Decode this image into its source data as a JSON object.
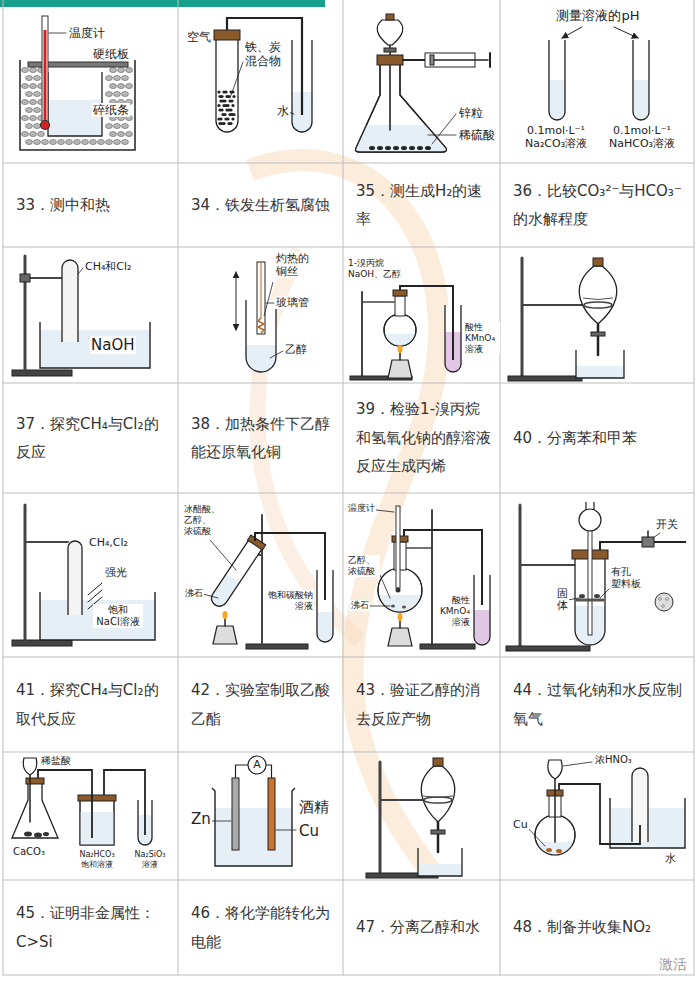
{
  "diagram": {
    "labels": [
      "温度计",
      "硬纸板",
      "碎纸条",
      "空气",
      "铁、炭 混合物",
      "水",
      "锌粒",
      "稀硫酸",
      "测量溶液的pH",
      "0.1mol·L⁻¹ Na₂CO₃溶液",
      "0.1mol·L⁻¹ NaHCO₃溶液",
      "33．测中和热",
      "34．铁发生析氢腐蚀",
      "35．测生成H₂的速率",
      "36．比较CO₃²⁻与HCO₃⁻的水解程度",
      "CH₄和Cl₂",
      "NaOH",
      "灼热的 铜丝",
      "玻璃管",
      "乙醇",
      "1-溴丙烷 NaOH、乙醇",
      "酸性 KMnO₄ 溶液",
      "37．探究CH₄与Cl₂的反应",
      "38．加热条件下乙醇能还原氧化铜",
      "39．检验1-溴丙烷和氢氧化钠的醇溶液反应生成丙烯",
      "40．分离苯和甲苯",
      "CH₄,Cl₂",
      "强光",
      "饱和 NaCl溶液",
      "冰醋酸、 乙醇、 浓硫酸",
      "沸石",
      "饱和碳酸钠 溶液",
      "温度计",
      "乙醇、 浓硫酸",
      "沸石",
      "酸性 KMnO₄ 溶液",
      "开关",
      "有孔 塑料板",
      "固体",
      "41．探究CH₄与Cl₂的取代反应",
      "42．实验室制取乙酸乙酯",
      "43．验证乙醇的消去反应产物",
      "44．过氧化钠和水反应制氧气",
      "稀盐酸",
      "CaCO₃",
      "Na₂HCO₃ 饱和溶液",
      "Na₂SiO₃ 溶液",
      "A",
      "Zn",
      "酒精",
      "Cu",
      "浓HNO₃",
      "Cu",
      "水",
      "45．证明非金属性：C>Si",
      "46．将化学能转化为电能",
      "47．分离乙醇和水",
      "48．制备并收集NO₂",
      "激活"
    ]
  }
}
